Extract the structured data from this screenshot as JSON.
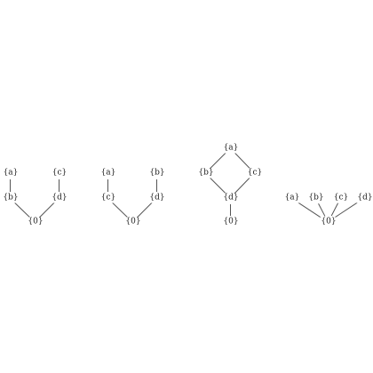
{
  "diagrams": [
    {
      "id": "d1",
      "nodes": {
        "a": "{a}",
        "b": "{b}",
        "c": "{c}",
        "d": "{d}",
        "zero": "{0}"
      },
      "edges": [
        [
          "a",
          "b"
        ],
        [
          "b",
          "zero"
        ],
        [
          "c",
          "d"
        ],
        [
          "d",
          "zero"
        ]
      ]
    },
    {
      "id": "d2",
      "nodes": {
        "a": "{a}",
        "c": "{c}",
        "b": "{b}",
        "d": "{d}",
        "zero": "{0}"
      },
      "edges": [
        [
          "a",
          "c"
        ],
        [
          "c",
          "zero"
        ],
        [
          "b",
          "d"
        ],
        [
          "d",
          "zero"
        ]
      ]
    },
    {
      "id": "d3",
      "nodes": {
        "a": "{a}",
        "b": "{b}",
        "c": "{c}",
        "d": "{d}",
        "zero": "{0}"
      },
      "edges": [
        [
          "a",
          "b"
        ],
        [
          "a",
          "c"
        ],
        [
          "b",
          "d"
        ],
        [
          "c",
          "d"
        ],
        [
          "d",
          "zero"
        ]
      ]
    },
    {
      "id": "d4",
      "nodes": {
        "a": "{a}",
        "b": "{b}",
        "c": "{c}",
        "d": "{d}",
        "zero": "{0}"
      },
      "edges": [
        [
          "a",
          "zero"
        ],
        [
          "b",
          "zero"
        ],
        [
          "c",
          "zero"
        ],
        [
          "d",
          "zero"
        ]
      ]
    }
  ]
}
